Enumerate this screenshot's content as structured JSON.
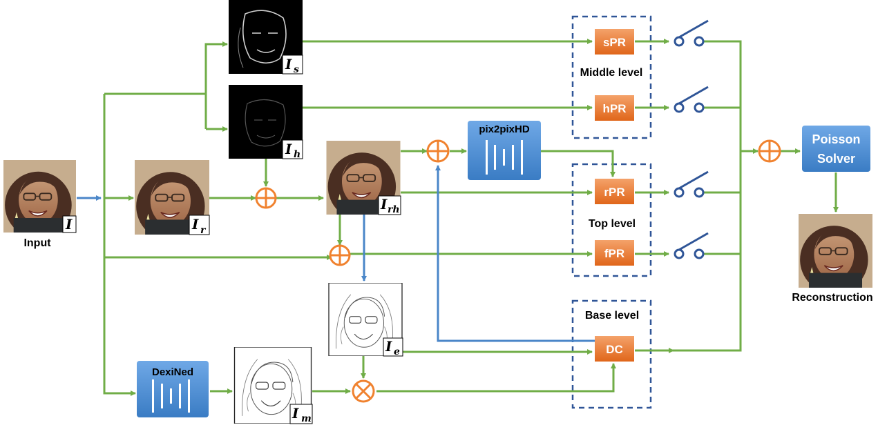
{
  "labels": {
    "input": "Input",
    "reconstruction": "Reconstruction",
    "middle_level": "Middle level",
    "top_level": "Top level",
    "base_level": "Base level"
  },
  "blocks": {
    "spr": "sPR",
    "hpr": "hPR",
    "rpr": "rPR",
    "fpr": "fPR",
    "dc": "DC",
    "poisson_line1": "Poisson",
    "poisson_line2": "Solver",
    "pix2pixhd": "pix2pixHD",
    "dexined": "DexiNed"
  },
  "images": {
    "I": {
      "main": "I",
      "sub": ""
    },
    "Ir": {
      "main": "I",
      "sub": "r"
    },
    "Is": {
      "main": "I",
      "sub": "s"
    },
    "Ih": {
      "main": "I",
      "sub": "h"
    },
    "Irh": {
      "main": "I",
      "sub": "rh"
    },
    "Ie": {
      "main": "I",
      "sub": "e"
    },
    "Im": {
      "main": "I",
      "sub": "m"
    }
  },
  "colors": {
    "green_arrow": "#70ad47",
    "blue_arrow": "#4a86c8",
    "orange_block": "#ed7d31",
    "orange_op": "#f0822f",
    "blue_block": "#4a8ed6",
    "dashed_box": "#2f5597",
    "switch": "#2f5597"
  }
}
